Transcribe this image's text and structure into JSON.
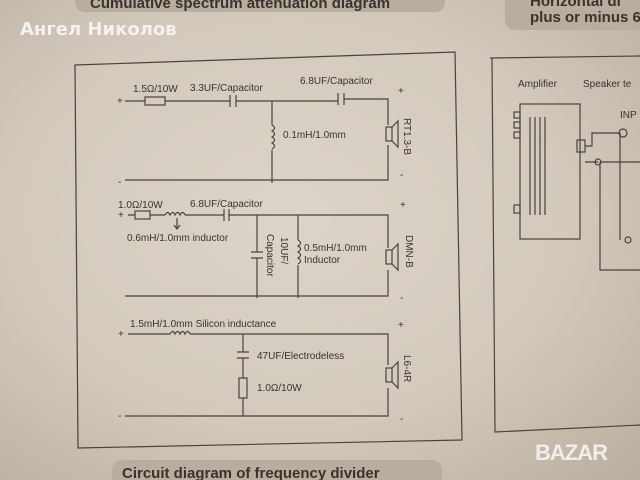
{
  "watermark": "Ангел Николов",
  "logo": "BAZAR",
  "headers": {
    "top_left": "Cumulative spectrum attenuation diagram",
    "top_right_1": "Horizontal di",
    "top_right_2": "plus or minus 6",
    "bottom": "Circuit diagram of frequency divider"
  },
  "circuit1": {
    "resistor": "1.5Ω/10W",
    "cap1": "3.3UF/Capacitor",
    "cap2": "6.8UF/Capacitor",
    "inductor": "0.1mH/1.0mm",
    "speaker": "RT1.3-B"
  },
  "circuit2": {
    "resistor": "1.0Ω/10W",
    "cap1": "6.8UF/Capacitor",
    "inductor1": "0.6mH/1.0mm inductor",
    "cap2_l1": "10UF/",
    "cap2_l2": "Capacitor",
    "inductor2_l1": "0.5mH/1.0mm",
    "inductor2_l2": "Inductor",
    "speaker": "DMN-B"
  },
  "circuit3": {
    "inductor": "1.5mH/1.0mm Silicon inductance",
    "cap": "47UF/Electrodeless",
    "resistor": "1.0Ω/10W",
    "speaker": "L6-4R"
  },
  "right_panel": {
    "amplifier": "Amplifier",
    "speaker": "Speaker te",
    "input": "INP"
  },
  "polarity": {
    "plus": "+",
    "minus": "-"
  }
}
